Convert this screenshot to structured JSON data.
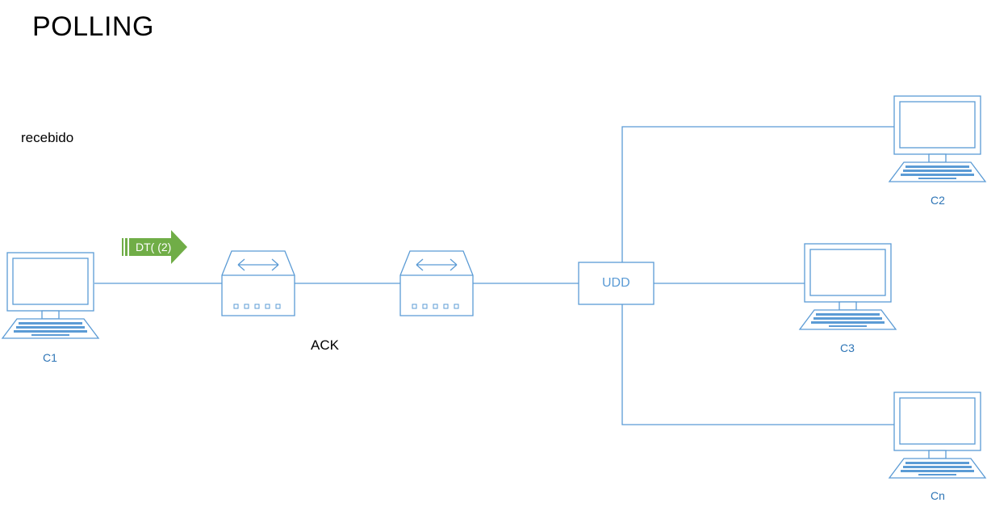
{
  "title": "POLLING",
  "notes": {
    "received": "recebido",
    "ack": "ACK"
  },
  "packet": {
    "label": "DT( (2)",
    "color": "#70ad47"
  },
  "hub": {
    "label": "UDD"
  },
  "computers": {
    "c1": "C1",
    "c2": "C2",
    "c3": "C3",
    "cn": "Cn"
  },
  "colors": {
    "line": "#5b9bd5",
    "label": "#2e75b6"
  },
  "icons": {
    "computer": "computer-icon",
    "switch": "switch-icon"
  }
}
